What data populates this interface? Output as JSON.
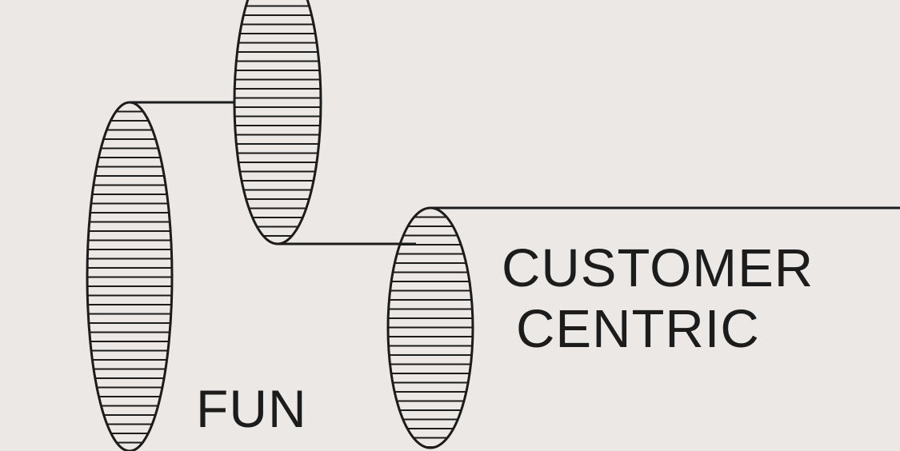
{
  "colors": {
    "background": "#ebe8e5",
    "ink": "#1c1c1c"
  },
  "labels": {
    "fun": "FUN",
    "customer_centric_line1": "CUSTOMER",
    "customer_centric_line2": "CENTRIC"
  },
  "illustration": {
    "elements": [
      "striped-ellipse",
      "striped-ellipse",
      "striped-ellipse",
      "connector-line"
    ]
  }
}
